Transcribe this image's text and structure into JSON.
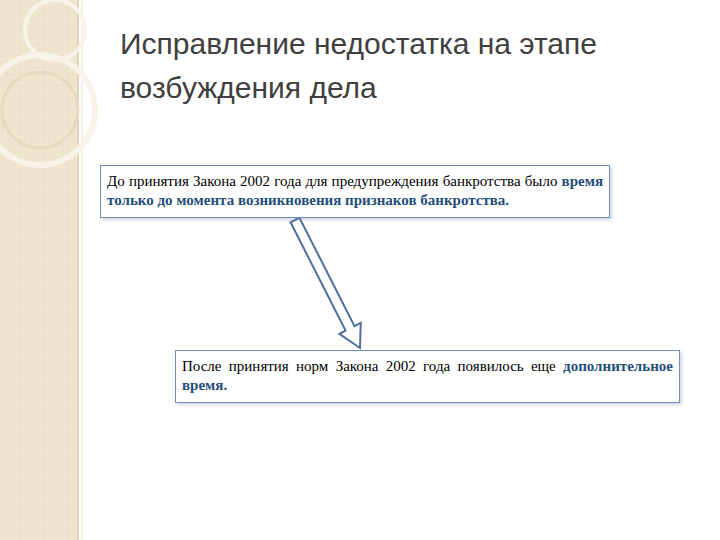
{
  "diagram": {
    "title": "Исправление недостатка на этапе возбуждения дела",
    "nodes": [
      {
        "text": [
          "До принятия Закона 2002 года для предупреждения банкротства было время только до момента возникновения признаков банкротства."
        ]
      },
      {
        "text": [
          "После принятия норм Закона 2002 года появилось еще дополнительное время."
        ]
      }
    ],
    "edges": [
      {
        "from": 0,
        "to": 1,
        "arrow": "to"
      }
    ]
  }
}
